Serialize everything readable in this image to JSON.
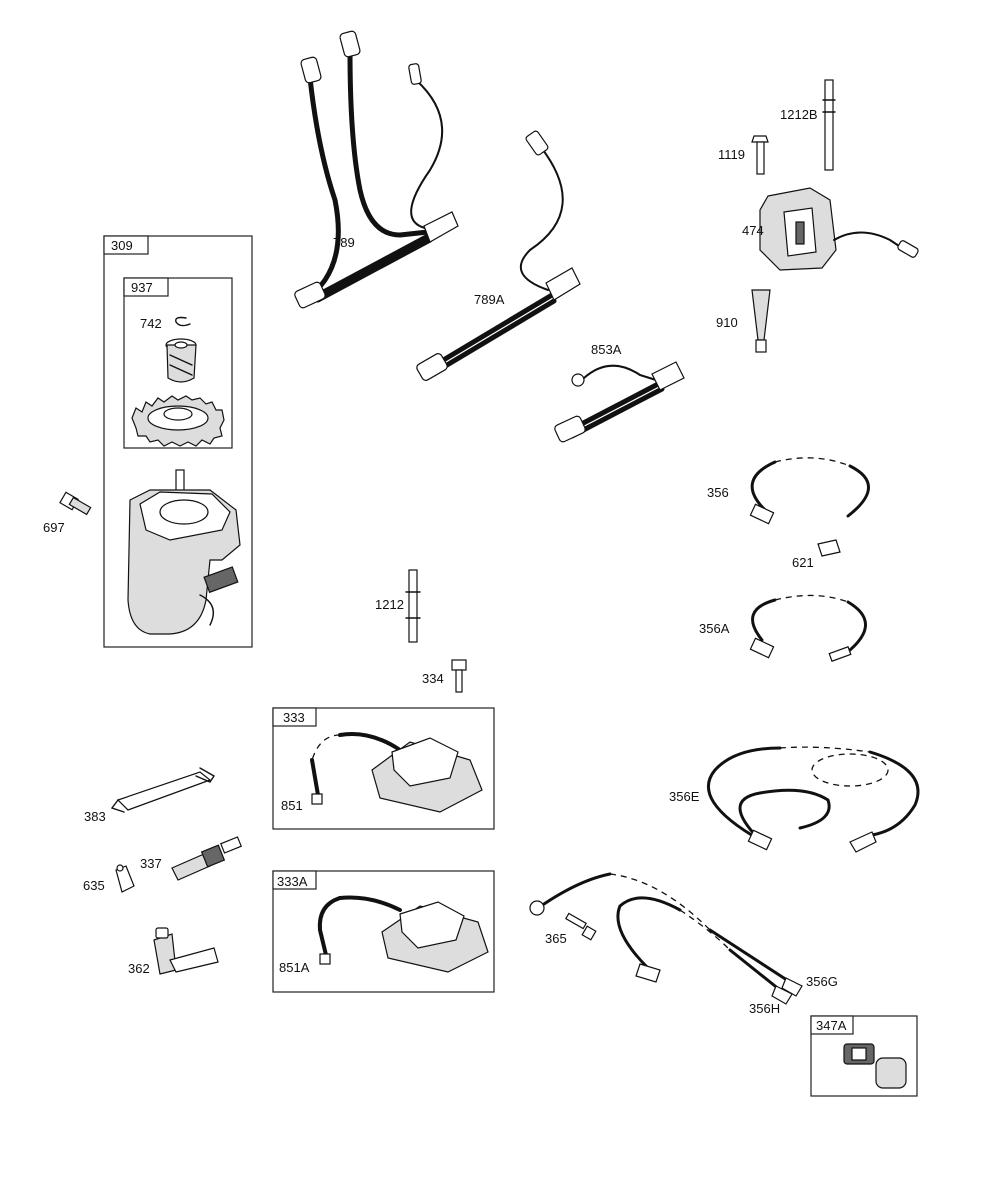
{
  "labels": {
    "l309": "309",
    "l937": "937",
    "l742": "742",
    "l697": "697",
    "l789": "789",
    "l789A": "789A",
    "l853A": "853A",
    "l1212B": "1212B",
    "l1119": "1119",
    "l474": "474",
    "l910": "910",
    "l356": "356",
    "l621": "621",
    "l356A": "356A",
    "l1212": "1212",
    "l334": "334",
    "l333": "333",
    "l851": "851",
    "l333A": "333A",
    "l851A": "851A",
    "l383": "383",
    "l337": "337",
    "l635": "635",
    "l362": "362",
    "l356E": "356E",
    "l365": "365",
    "l356G": "356G",
    "l356H": "356H",
    "l347A": "347A"
  }
}
